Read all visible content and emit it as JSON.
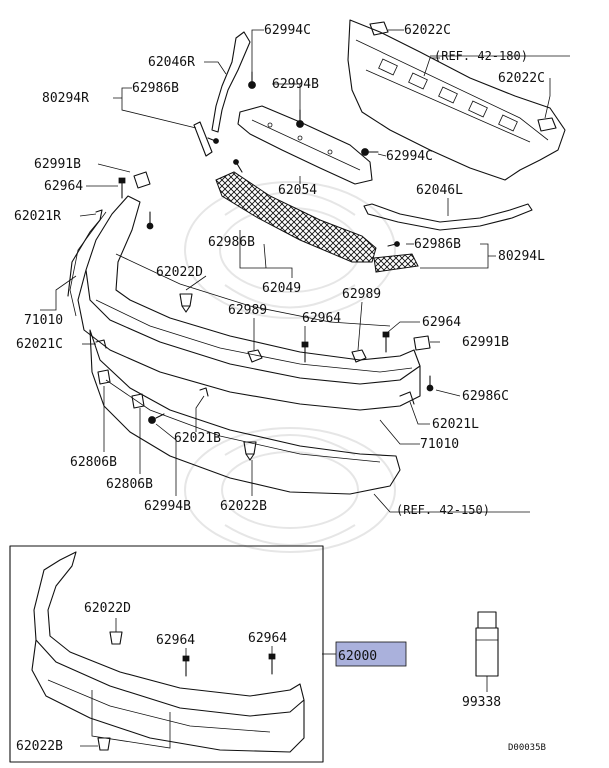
{
  "diagram": {
    "drawing_code": "D00035B",
    "highlighted_assembly": "62000",
    "references": {
      "top_right": "(REF. 42-180)",
      "bottom": "(REF. 42-150)"
    },
    "callouts": {
      "p62994C_top": "62994C",
      "p62022C_top": "62022C",
      "p62046R": "62046R",
      "p62986B_left": "62986B",
      "p80294R": "80294R",
      "p62994B_top": "62994B",
      "p62022C_right": "62022C",
      "p62994C_mid": "62994C",
      "p62991B_left": "62991B",
      "p62054": "62054",
      "p62964_left": "62964",
      "p62021R": "62021R",
      "p62046L": "62046L",
      "p62986B_mid": "62986B",
      "p62986B_right": "62986B",
      "p80294L": "80294L",
      "p62022D": "62022D",
      "p62049": "62049",
      "p62989_left": "62989",
      "p62989_right": "62989",
      "p71010_left": "71010",
      "p62964_mid": "62964",
      "p62964_right": "62964",
      "p62021C": "62021C",
      "p62991B_right": "62991B",
      "p62986C": "62986C",
      "p62021L": "62021L",
      "p62021B": "62021B",
      "p71010_right": "71010",
      "p62806B_a": "62806B",
      "p62806B_b": "62806B",
      "p62994B_bottom": "62994B",
      "p62022B": "62022B",
      "inset_62022D": "62022D",
      "inset_62964_a": "62964",
      "inset_62964_b": "62964",
      "inset_62022B": "62022B",
      "p99338": "99338"
    },
    "colors": {
      "highlight_fill": "#aab1dc",
      "line": "#111111",
      "watermark": "#e6e6e6"
    }
  }
}
